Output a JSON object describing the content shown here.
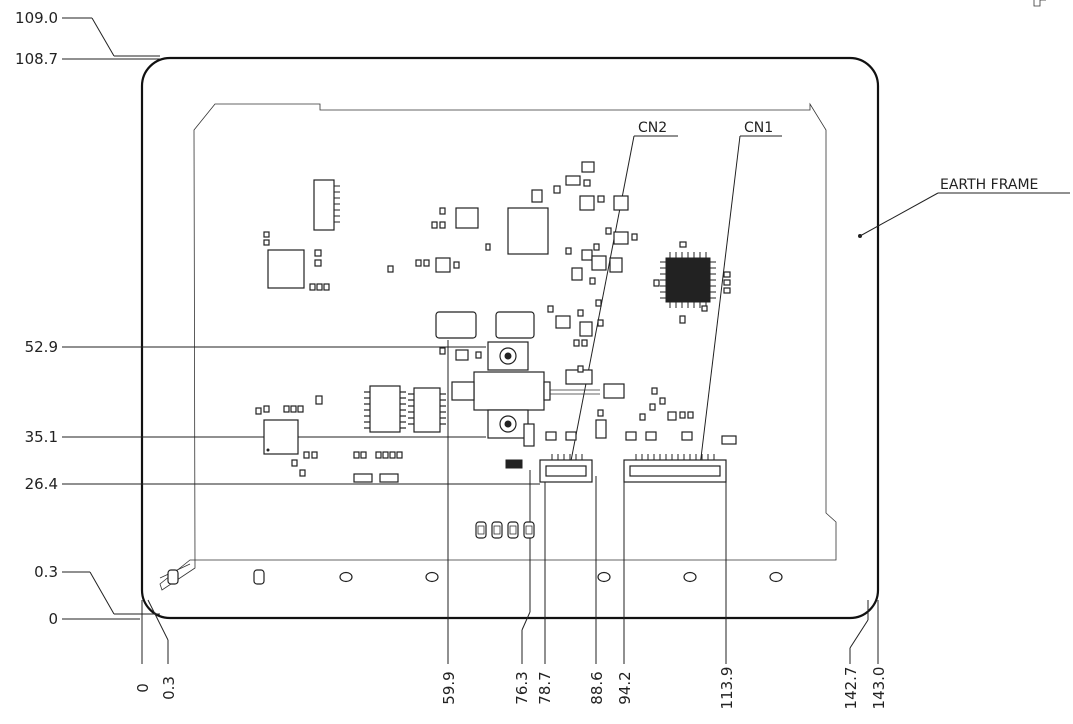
{
  "left_dimensions": [
    "109.0",
    "108.7",
    "52.9",
    "35.1",
    "26.4",
    "0.3",
    "0"
  ],
  "bottom_dimensions": [
    "0",
    "0.3",
    "59.9",
    "76.3",
    "78.7",
    "88.6",
    "94.2",
    "113.9",
    "142.7",
    "143.0"
  ],
  "callouts": {
    "cn1": "CN1",
    "cn2": "CN2",
    "earth_frame": "EARTH FRAME"
  }
}
